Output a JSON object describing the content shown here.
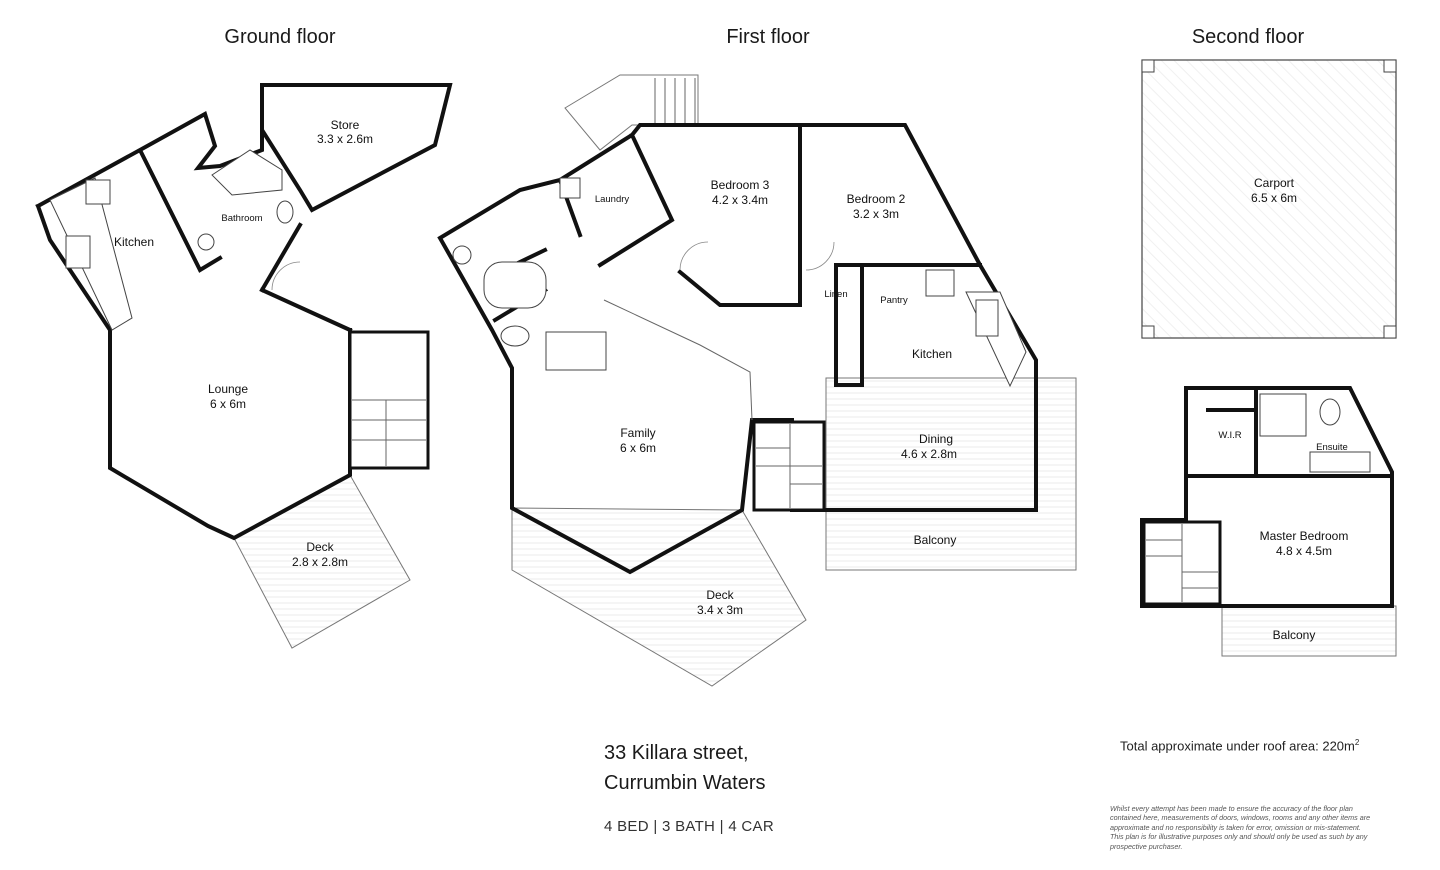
{
  "floors": {
    "ground": {
      "title": "Ground floor",
      "rooms": {
        "store": {
          "name": "Store",
          "size": "3.3 x 2.6m"
        },
        "bathroom": {
          "name": "Bathroom"
        },
        "kitchen": {
          "name": "Kitchen"
        },
        "lounge": {
          "name": "Lounge",
          "size": "6 x 6m"
        },
        "deck": {
          "name": "Deck",
          "size": "2.8 x 2.8m"
        }
      }
    },
    "first": {
      "title": "First floor",
      "rooms": {
        "laundry": {
          "name": "Laundry"
        },
        "bedroom3": {
          "name": "Bedroom 3",
          "size": "4.2 x 3.4m"
        },
        "bedroom2": {
          "name": "Bedroom 2",
          "size": "3.2 x 3m"
        },
        "linen": {
          "name": "Linen"
        },
        "pantry": {
          "name": "Pantry"
        },
        "kitchen": {
          "name": "Kitchen"
        },
        "family": {
          "name": "Family",
          "size": "6 x 6m"
        },
        "dining": {
          "name": "Dining",
          "size": "4.6 x 2.8m"
        },
        "balcony": {
          "name": "Balcony"
        },
        "deck": {
          "name": "Deck",
          "size": "3.4 x 3m"
        }
      }
    },
    "second": {
      "title": "Second floor",
      "rooms": {
        "carport": {
          "name": "Carport",
          "size": "6.5 x 6m"
        },
        "wir": {
          "name": "W.I.R"
        },
        "ensuite": {
          "name": "Ensuite"
        },
        "master": {
          "name": "Master Bedroom",
          "size": "4.8 x 4.5m"
        },
        "balcony": {
          "name": "Balcony"
        }
      }
    }
  },
  "address": {
    "line1": "33 Killara street,",
    "line2": "Currumbin Waters"
  },
  "specs": "4 BED | 3 BATH | 4 CAR",
  "area": {
    "text": "Total approximate under roof area: 220m",
    "unit_sup": "2"
  },
  "disclaimer": "Whilst every attempt has been made to ensure the accuracy of the floor plan contained here, measurements of doors, windows, rooms and any other items are approximate and no responsibility is taken for error, omission or mis-statement. This plan is for illustrative purposes only and should only be used as such by any prospective purchaser."
}
